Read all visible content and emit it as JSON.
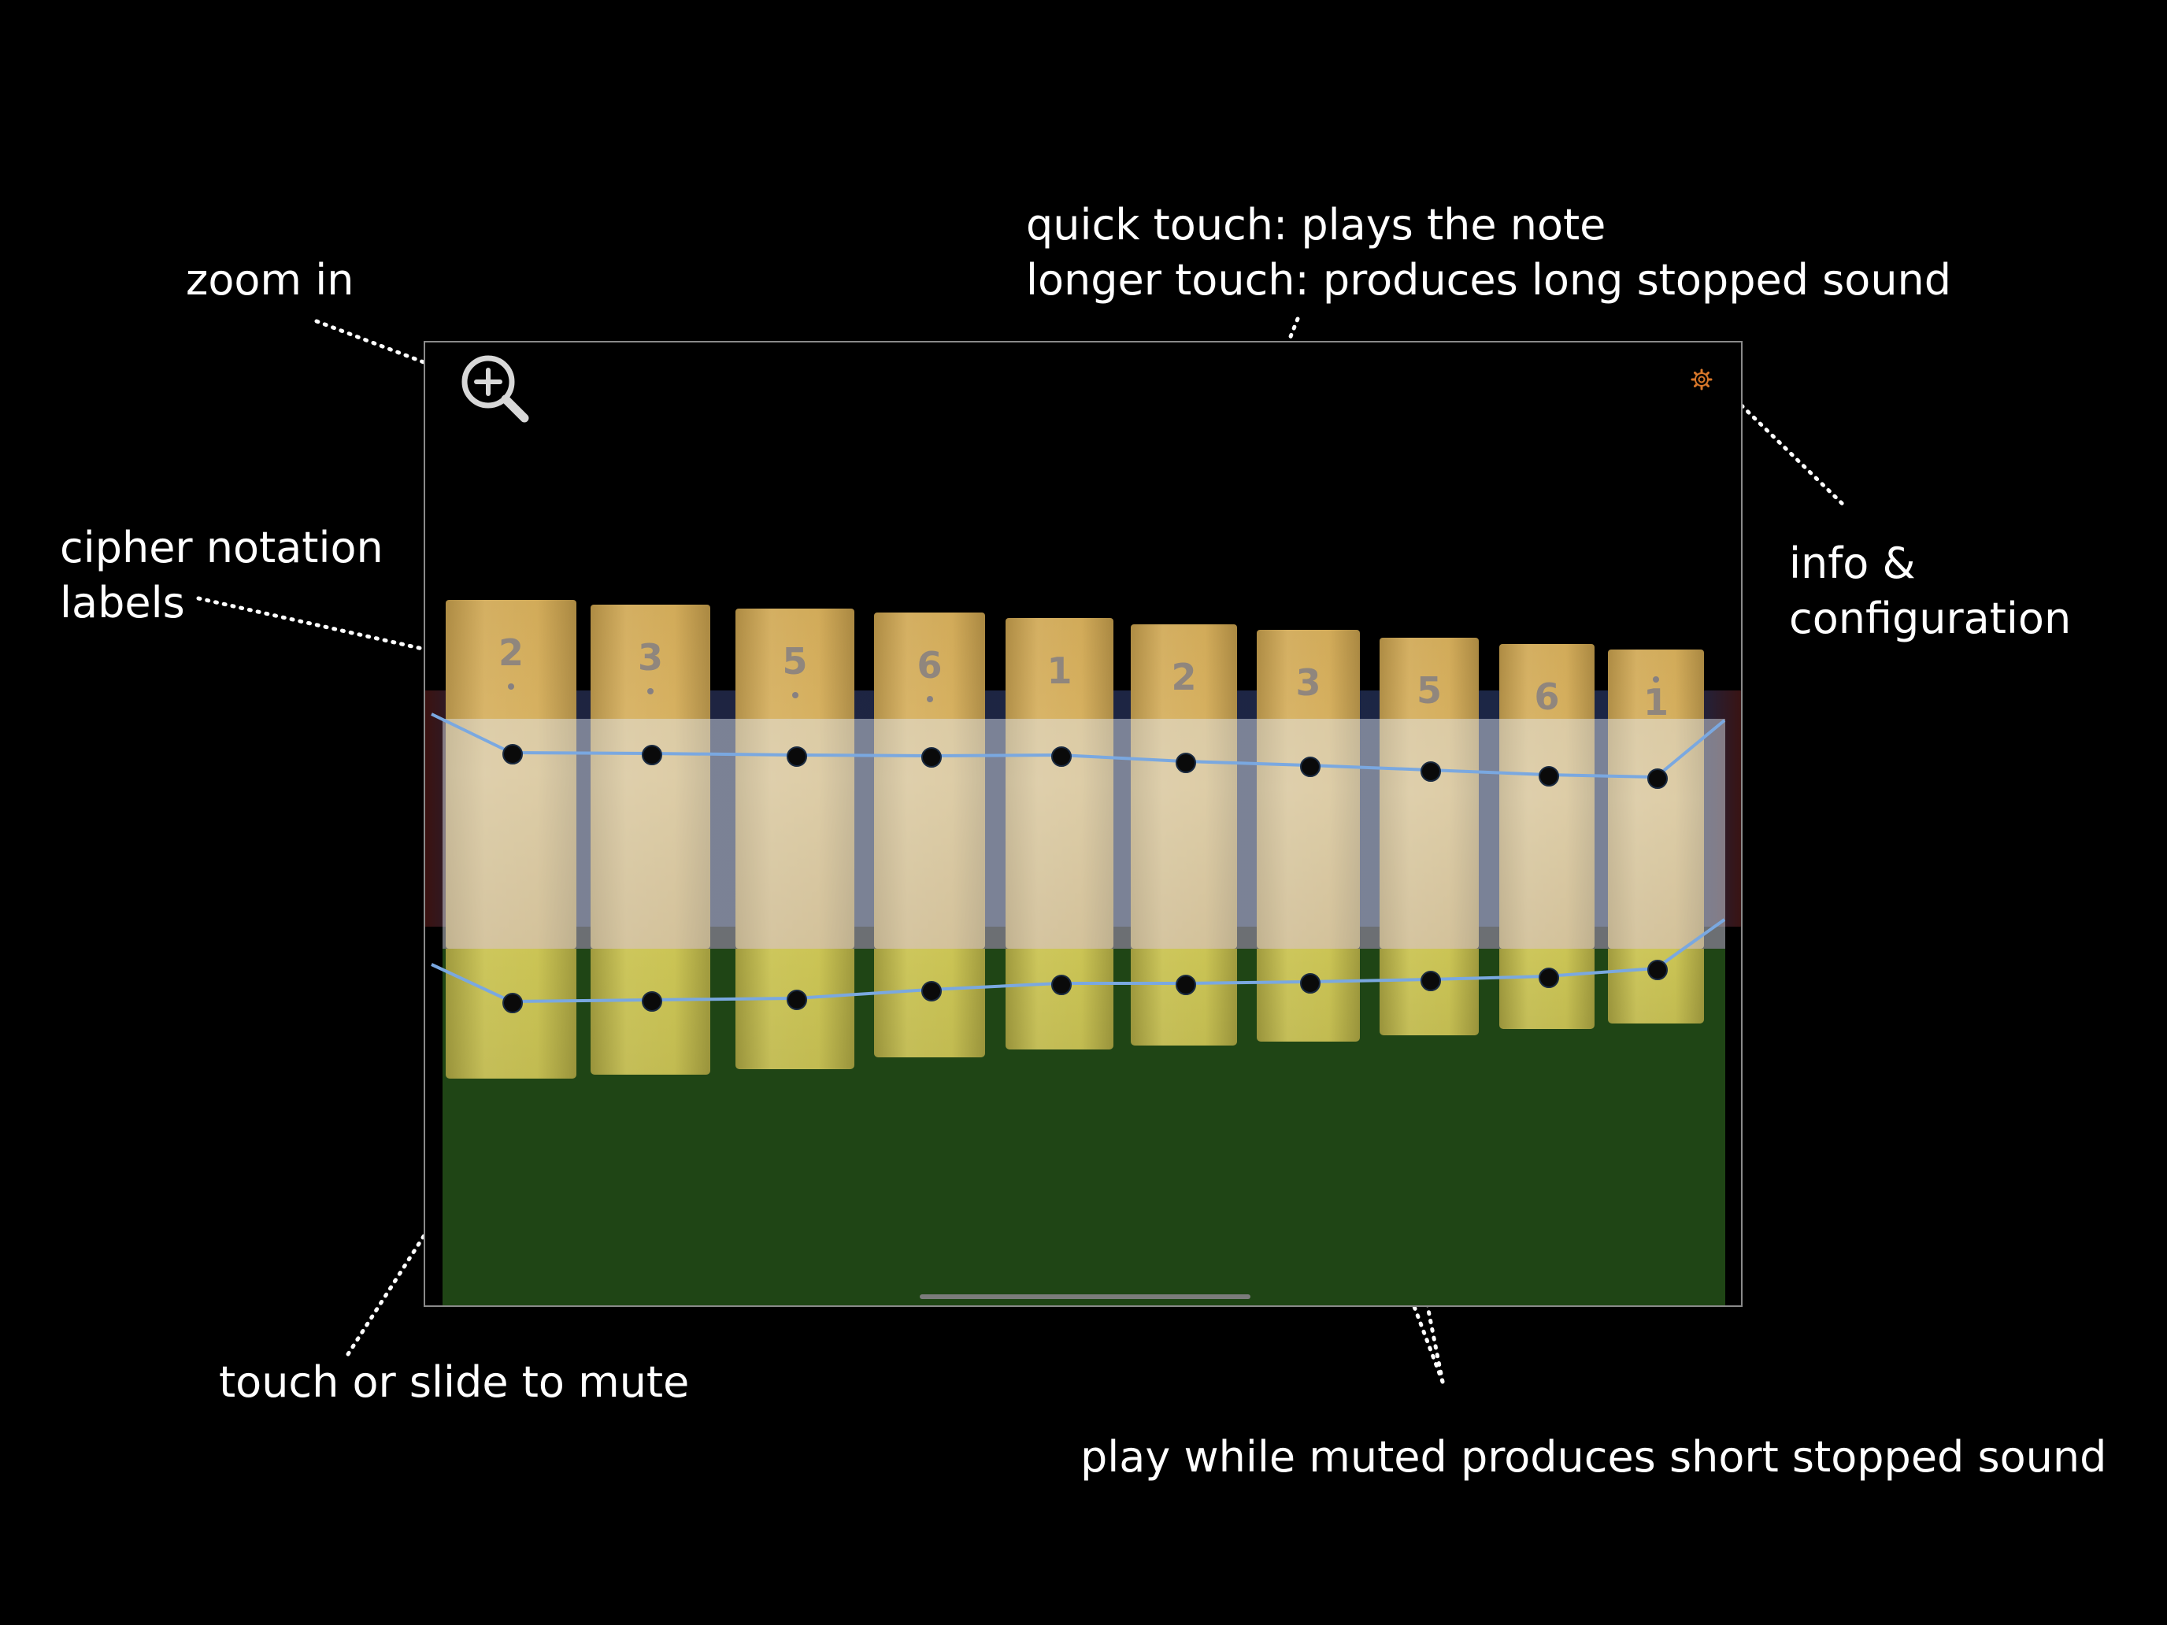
{
  "annotations": {
    "zoom_in": "zoom in",
    "quick_touch": "quick touch: plays the note",
    "longer_touch": "longer touch: produces long stopped sound",
    "cipher_line1": "cipher notation",
    "cipher_line2": "labels",
    "info_line1": "info &",
    "info_line2": "configuration",
    "touch_slide": "touch or slide to mute",
    "play_muted": "play while muted produces short stopped sound"
  },
  "instrument": {
    "bars": [
      {
        "label": "2",
        "octave": "low"
      },
      {
        "label": "3",
        "octave": "low"
      },
      {
        "label": "5",
        "octave": "low"
      },
      {
        "label": "6",
        "octave": "low"
      },
      {
        "label": "1",
        "octave": "mid"
      },
      {
        "label": "2",
        "octave": "mid"
      },
      {
        "label": "3",
        "octave": "mid"
      },
      {
        "label": "5",
        "octave": "mid"
      },
      {
        "label": "6",
        "octave": "mid"
      },
      {
        "label": "1",
        "octave": "high"
      }
    ]
  },
  "icons": {
    "zoom": "zoom-in-icon",
    "settings": "gear-icon"
  },
  "colors": {
    "background": "#000000",
    "mute_zone": "#1f4515",
    "bar_wood": "#d2aa55",
    "bar_muted": "#c4bd4c",
    "gear": "#d8772a",
    "string": "#7aa8e0"
  }
}
